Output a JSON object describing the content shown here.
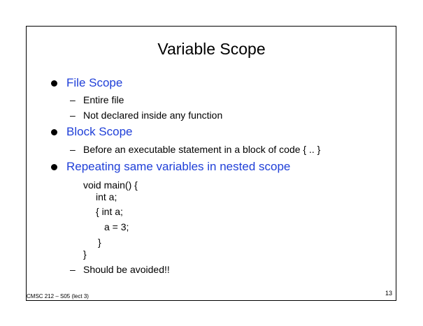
{
  "slide": {
    "title": "Variable Scope",
    "bullets": [
      {
        "text": "File Scope",
        "subitems": [
          "Entire file",
          "Not declared inside any function"
        ]
      },
      {
        "text": "Block Scope",
        "subitems": [
          "Before an executable statement in a block of code { .. }"
        ]
      },
      {
        "text": "Repeating same variables in nested scope",
        "code": [
          "void main() {",
          "int a;",
          "{ int a;",
          "a = 3;",
          "}",
          "}"
        ],
        "subitems": [
          "Should be avoided!!"
        ]
      }
    ],
    "dash_glyph": "–",
    "footer_left": "CMSC 212 – S05 (lect 3)",
    "page_number": "13"
  },
  "colors": {
    "bullet_heading": "#1f3fd8",
    "text": "#000000",
    "background": "#ffffff"
  }
}
